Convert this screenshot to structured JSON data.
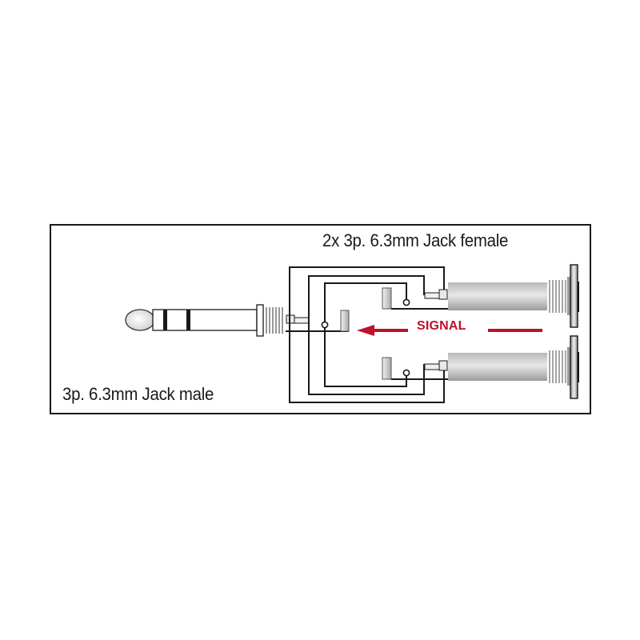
{
  "diagram": {
    "type": "wiring-diagram",
    "subject": "Y-adapter: 3-pole 6.3mm jack male to 2x 3-pole 6.3mm jack female",
    "labels": {
      "female_connectors": "2x 3p. 6.3mm Jack female",
      "male_connector": "3p. 6.3mm Jack male",
      "signal": "SIGNAL"
    },
    "signal_direction": "right-to-left",
    "connectors": [
      {
        "id": "male-plug",
        "kind": "3-pole 6.3mm jack plug (TRS)",
        "count": 1,
        "side": "left"
      },
      {
        "id": "female-jack-top",
        "kind": "3-pole 6.3mm jack socket",
        "side": "right-top"
      },
      {
        "id": "female-jack-bottom",
        "kind": "3-pole 6.3mm jack socket",
        "side": "right-bottom"
      }
    ],
    "colors": {
      "line": "#1a1a1a",
      "signal": "#c0102a",
      "barrel_light": "#e6e6e6",
      "barrel_dark": "#9a9a9a",
      "frame": "#1a1a1a"
    }
  }
}
